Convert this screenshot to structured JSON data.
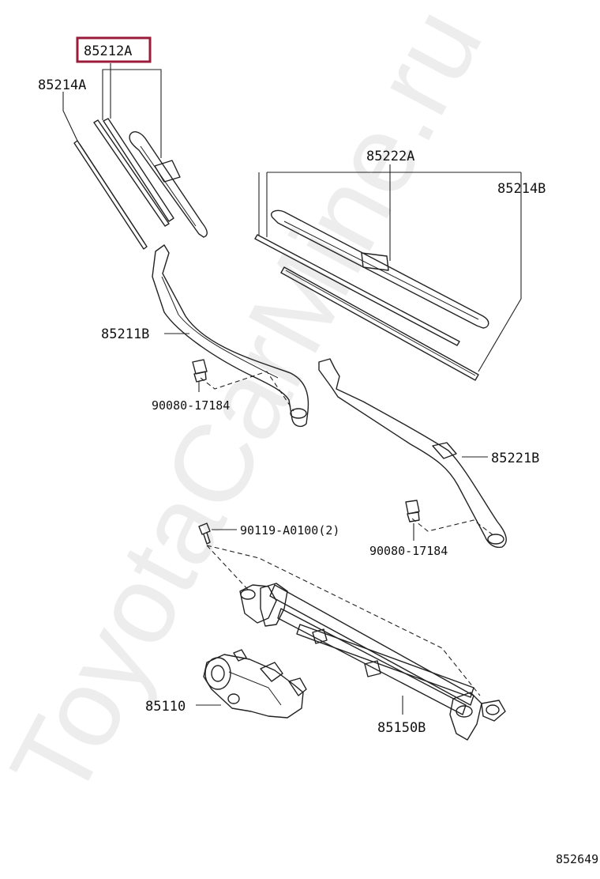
{
  "watermark": "ToyotaCarMine.ru",
  "diagram_id": "852649",
  "highlight_color": "#9b1b3b",
  "labels": {
    "blade_front": "85212A",
    "rubber_front": "85214A",
    "blade_rear": "85222A",
    "rubber_rear": "85214B",
    "arm_left": "85211B",
    "nut_left": "90080-17184",
    "arm_right": "85221B",
    "bolt": "90119-A0100(2)",
    "nut_right": "90080-17184",
    "motor": "85110",
    "link": "85150B"
  }
}
